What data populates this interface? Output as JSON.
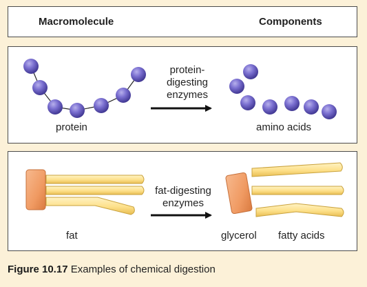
{
  "header": {
    "left_label": "Macromolecule",
    "right_label": "Components"
  },
  "protein_row": {
    "left_label": "protein",
    "arrow_label_lines": [
      "protein-",
      "digesting",
      "enzymes"
    ],
    "right_label": "amino acids"
  },
  "fat_row": {
    "left_label": "fat",
    "arrow_label_lines": [
      "fat-digesting",
      "enzymes"
    ],
    "glycerol_label": "glycerol",
    "fatty_acids_label": "fatty acids"
  },
  "caption": {
    "figure_number": "Figure 10.17",
    "text": "Examples of chemical digestion"
  },
  "colors": {
    "amino_acid": "#6a5fc0",
    "fatty_acid": "#fde08a",
    "glycerol": "#f2a06a",
    "background": "#fcf1d8"
  }
}
